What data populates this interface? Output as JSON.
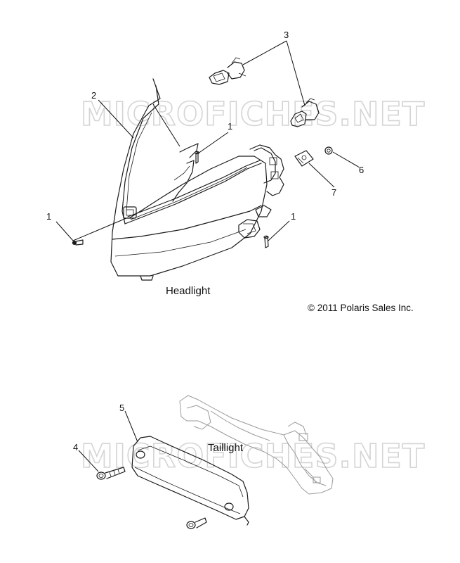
{
  "watermark": "MICROFICHES.NET",
  "captions": {
    "headlight": "Headlight",
    "taillight": "Taillight",
    "copyright": "© 2011 Polaris Sales Inc."
  },
  "callouts": {
    "c1_top": "1",
    "c1_left": "1",
    "c1_right": "1",
    "c2": "2",
    "c3": "3",
    "c4": "4",
    "c5": "5",
    "c6": "6",
    "c7": "7"
  }
}
